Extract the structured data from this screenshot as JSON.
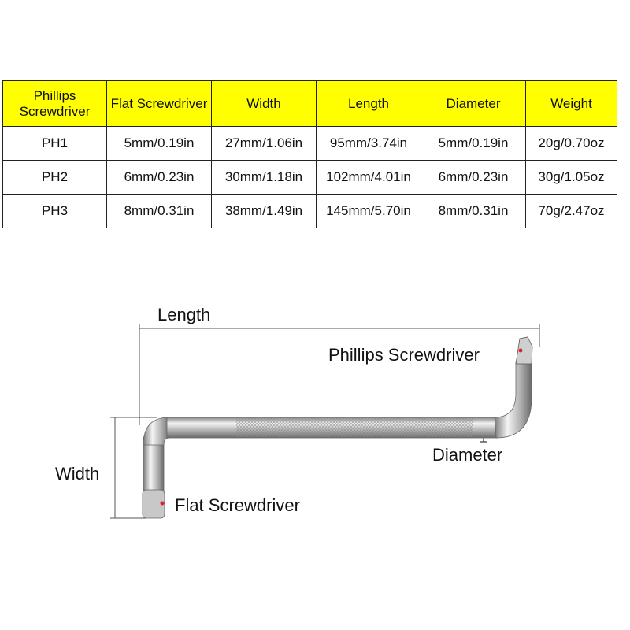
{
  "table": {
    "headers": [
      "Phillips Screwdriver",
      "Flat Screwdriver",
      "Width",
      "Length",
      "Diameter",
      "Weight"
    ],
    "rows": [
      [
        "PH1",
        "5mm/0.19in",
        "27mm/1.06in",
        "95mm/3.74in",
        "5mm/0.19in",
        "20g/0.70oz"
      ],
      [
        "PH2",
        "6mm/0.23in",
        "30mm/1.18in",
        "102mm/4.01in",
        "6mm/0.23in",
        "30g/1.05oz"
      ],
      [
        "PH3",
        "8mm/0.31in",
        "38mm/1.49in",
        "145mm/5.70in",
        "8mm/0.31in",
        "70g/2.47oz"
      ]
    ]
  },
  "diagram": {
    "length_label": "Length",
    "width_label": "Width",
    "diameter_label": "Diameter",
    "phillips_label": "Phillips Screwdriver",
    "flat_label": "Flat Screwdriver"
  },
  "colors": {
    "header_bg": "#ffff00",
    "marker": "#e0202a"
  }
}
